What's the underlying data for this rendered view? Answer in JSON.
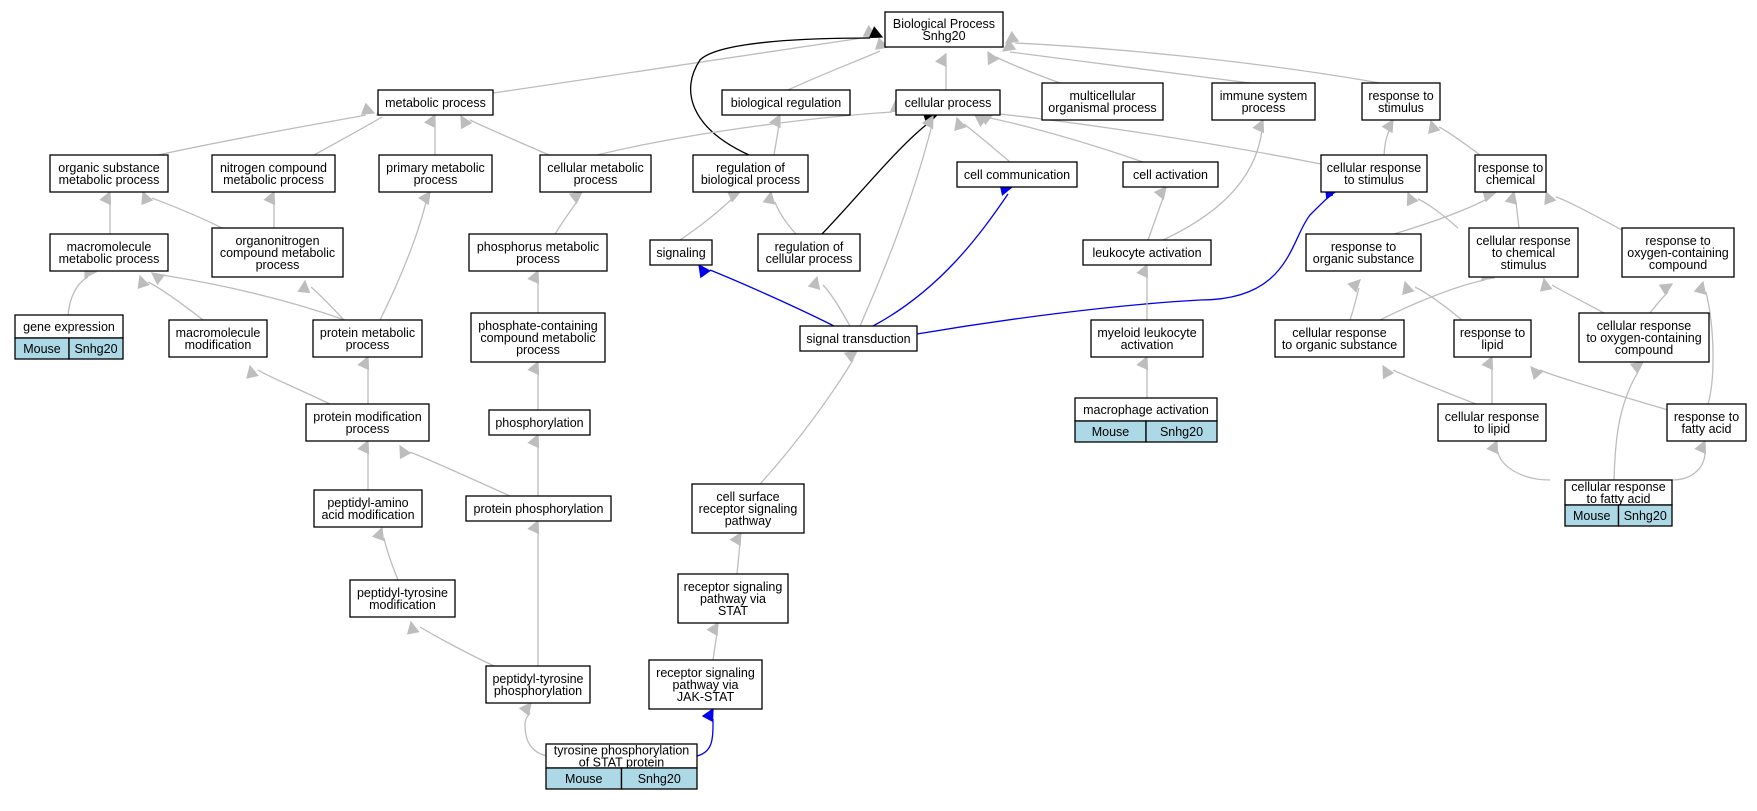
{
  "colors": {
    "is_a_edge": "#bdbdbd",
    "regulates_edge": "#000000",
    "positively_regulates_edge": "#0000ee",
    "annotation_fill": "#add8e6"
  },
  "nodes": {
    "bp": [
      "Biological Process",
      "Snhg20"
    ],
    "metabolic": [
      "metabolic process"
    ],
    "bioreg": [
      "biological regulation"
    ],
    "cellproc": [
      "cellular process"
    ],
    "multicell": [
      "multicellular",
      "organismal process"
    ],
    "immune": [
      "immune system",
      "process"
    ],
    "respstim": [
      "response to",
      "stimulus"
    ],
    "orgsub": [
      "organic substance",
      "metabolic process"
    ],
    "nitrogen": [
      "nitrogen compound",
      "metabolic process"
    ],
    "primary": [
      "primary metabolic",
      "process"
    ],
    "cellmet": [
      "cellular metabolic",
      "process"
    ],
    "regbio": [
      "regulation of",
      "biological process"
    ],
    "cellcomm": [
      "cell communication"
    ],
    "cellact": [
      "cell activation"
    ],
    "cellrespstim": [
      "cellular response",
      "to stimulus"
    ],
    "respchem": [
      "response to",
      "chemical"
    ],
    "macromet": [
      "macromolecule",
      "metabolic process"
    ],
    "organonit": [
      "organonitrogen",
      "compound metabolic",
      "process"
    ],
    "phosmet": [
      "phosphorus metabolic",
      "process"
    ],
    "signaling": [
      "signaling"
    ],
    "regcell": [
      "regulation of",
      "cellular process"
    ],
    "leukact": [
      "leukocyte activation"
    ],
    "resporg": [
      "response to",
      "organic substance"
    ],
    "cellrespchem": [
      "cellular response",
      "to chemical",
      "stimulus"
    ],
    "respoxy": [
      "response to",
      "oxygen-containing",
      "compound"
    ],
    "geneexpr": [
      "gene expression"
    ],
    "macromod": [
      "macromolecule",
      "modification"
    ],
    "protmet": [
      "protein metabolic",
      "process"
    ],
    "phoscont": [
      "phosphate-containing",
      "compound metabolic",
      "process"
    ],
    "sigtrans": [
      "signal transduction"
    ],
    "myeloid": [
      "myeloid leukocyte",
      "activation"
    ],
    "cellresporg": [
      "cellular response",
      "to organic substance"
    ],
    "resplipid": [
      "response to",
      "lipid"
    ],
    "cellrespoxy": [
      "cellular response",
      "to oxygen-containing",
      "compound"
    ],
    "protmod": [
      "protein modification",
      "process"
    ],
    "phosphorylation": [
      "phosphorylation"
    ],
    "macroact": [
      "macrophage activation"
    ],
    "cellresplipid": [
      "cellular response",
      "to lipid"
    ],
    "respfatty": [
      "response to",
      "fatty acid"
    ],
    "peptamino": [
      "peptidyl-amino",
      "acid modification"
    ],
    "protphos": [
      "protein phosphorylation"
    ],
    "cellsurf": [
      "cell surface",
      "receptor signaling",
      "pathway"
    ],
    "cellrespfatty": [
      "cellular response",
      "to fatty acid"
    ],
    "peptyrmod": [
      "peptidyl-tyrosine",
      "modification"
    ],
    "recstat": [
      "receptor signaling",
      "pathway via",
      "STAT"
    ],
    "receptorjak": [
      "receptor signaling",
      "pathway via",
      "JAK-STAT"
    ],
    "peptyrphos": [
      "peptidyl-tyrosine",
      "phosphorylation"
    ],
    "tyrstat": [
      "tyrosine phosphorylation",
      "of STAT protein"
    ]
  },
  "annotations": {
    "geneexpr": [
      "Mouse",
      "Snhg20"
    ],
    "macroact": [
      "Mouse",
      "Snhg20"
    ],
    "cellrespfatty": [
      "Mouse",
      "Snhg20"
    ],
    "tyrstat": [
      "Mouse",
      "Snhg20"
    ]
  }
}
